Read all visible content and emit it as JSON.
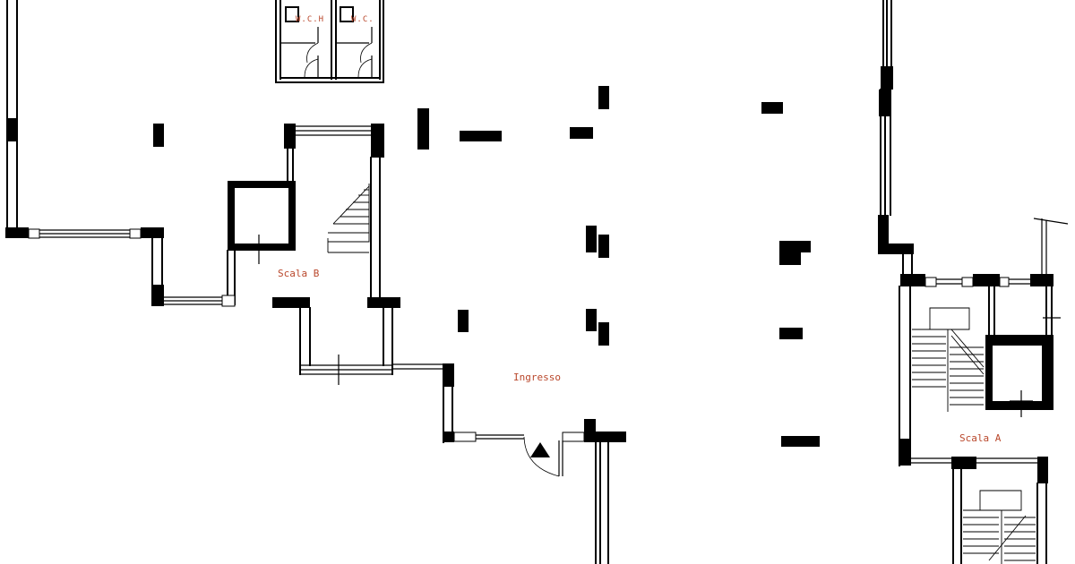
{
  "plan": {
    "labels": {
      "scala_b": "Scala B",
      "ingresso": "Ingresso",
      "scala_a": "Scala A",
      "wc_h": "W.C.H",
      "wc": "W.C."
    },
    "colors": {
      "wall": "#000000",
      "label": "#b9472b",
      "background": "#ffffff"
    },
    "icons": {
      "entrance": "triangle-up-icon"
    }
  }
}
